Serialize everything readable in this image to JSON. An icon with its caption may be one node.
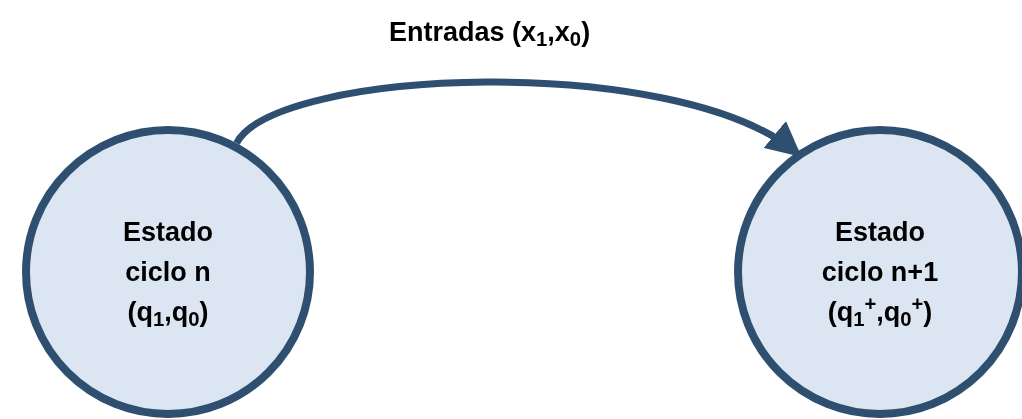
{
  "diagram": {
    "nodes": [
      {
        "text": [
          "Estado ciclo n (q$_{1}$,q$_{0}$)"
        ]
      },
      {
        "text": [
          "Estado ciclo n+1 (q$_{1}$$^{+}$,q$_{0}$$^{+}$)"
        ]
      }
    ],
    "edges": [
      {
        "from": 0,
        "to": 1,
        "arrow": "to",
        "label": "Entradas (x$_{1}$,x$_{0}$)"
      }
    ]
  }
}
